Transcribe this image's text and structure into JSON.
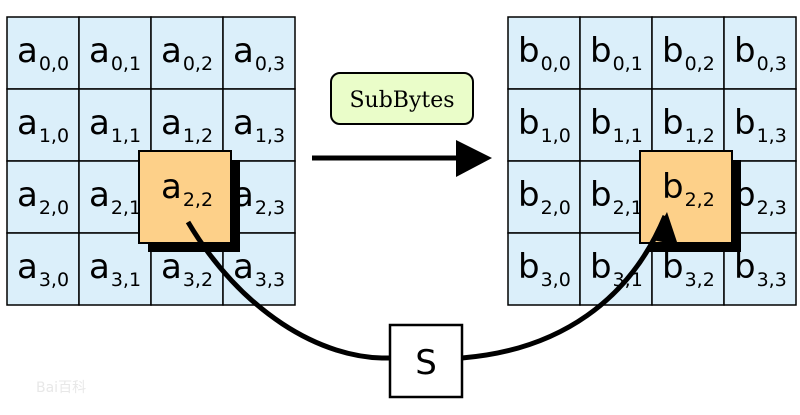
{
  "diagram": {
    "operation_label": "SubBytes",
    "sbox_label": "S",
    "colors": {
      "cell_fill": "#dbeffa",
      "highlight_fill": "#fdd089",
      "operation_fill": "#eafdc9",
      "stroke": "#000000",
      "shadow": "#000000"
    },
    "input_grid": {
      "letter": "a",
      "rows": [
        [
          "0,0",
          "0,1",
          "0,2",
          "0,3"
        ],
        [
          "1,0",
          "1,1",
          "1,2",
          "1,3"
        ],
        [
          "2,0",
          "2,1",
          "2,2",
          "2,3"
        ],
        [
          "3,0",
          "3,1",
          "3,2",
          "3,3"
        ]
      ],
      "highlight": "2,2"
    },
    "output_grid": {
      "letter": "b",
      "rows": [
        [
          "0,0",
          "0,1",
          "0,2",
          "0,3"
        ],
        [
          "1,0",
          "1,1",
          "1,2",
          "1,3"
        ],
        [
          "2,0",
          "2,1",
          "2,2",
          "2,3"
        ],
        [
          "3,0",
          "3,1",
          "3,2",
          "3,3"
        ]
      ],
      "highlight": "2,2"
    },
    "watermark": "Bai百科"
  }
}
